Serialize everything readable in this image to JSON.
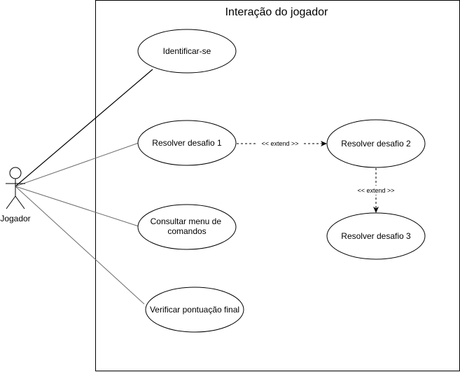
{
  "system": {
    "title": "Interação do jogador"
  },
  "actor": {
    "label": "Jogador"
  },
  "use_cases": {
    "identificar": {
      "label": "Identificar-se"
    },
    "resolver1": {
      "label": "Resolver desafio 1"
    },
    "consultar": {
      "line1": "Consultar menu de",
      "line2": "comandos"
    },
    "verificar": {
      "label": "Verificar pontuação final"
    },
    "resolver2": {
      "label": "Resolver desafio 2"
    },
    "resolver3": {
      "label": "Resolver desafio 3"
    }
  },
  "relations": {
    "extend_1_2": {
      "label": "<< extend >>"
    },
    "extend_2_3": {
      "label": "<< extend >>"
    }
  }
}
